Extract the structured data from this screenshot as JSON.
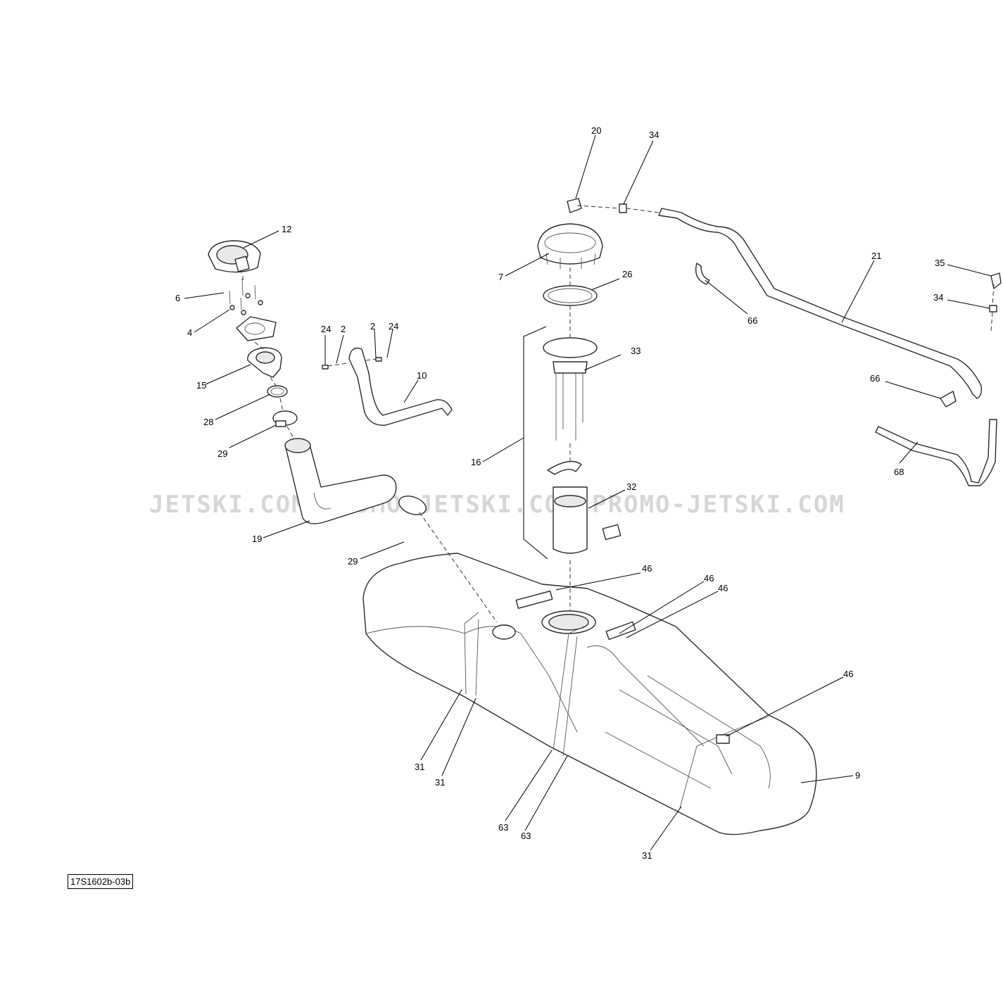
{
  "diagram_ref": "17S1602b-03b",
  "watermark": "JETSKI.COM  PROMO-JETSKI.COM  PROMO-JETSKI.COM",
  "callouts": {
    "c20": "20",
    "c34a": "34",
    "c12": "12",
    "c7": "7",
    "c26": "26",
    "c21": "21",
    "c35": "35",
    "c34b": "34",
    "c66a": "66",
    "c6": "6",
    "c4": "4",
    "c24a": "24",
    "c2a": "2",
    "c2b": "2",
    "c24b": "24",
    "c33": "33",
    "c15": "15",
    "c10": "10",
    "c66b": "66",
    "c28": "28",
    "c29a": "29",
    "c16": "16",
    "c68": "68",
    "c32": "32",
    "c19": "19",
    "c29b": "29",
    "c46a": "46",
    "c46b": "46",
    "c46c": "46",
    "c46d": "46",
    "c9": "9",
    "c31a": "31",
    "c31b": "31",
    "c63a": "63",
    "c63b": "63",
    "c31c": "31"
  }
}
